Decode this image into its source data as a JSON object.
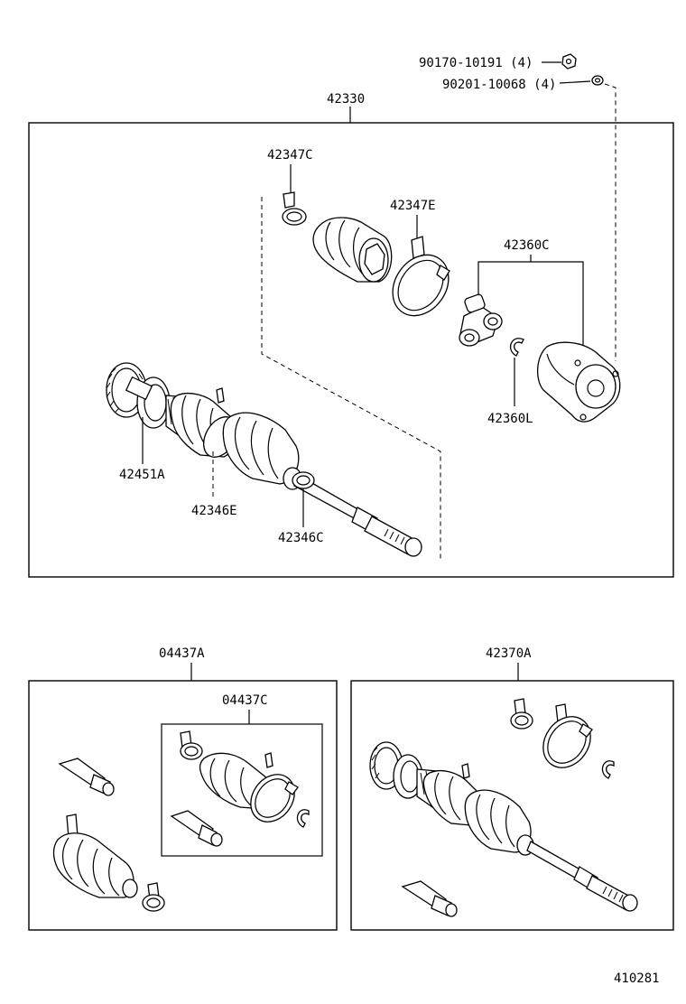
{
  "hardware": {
    "nut": "90170-10191 (4)",
    "washer": "90201-10068 (4)"
  },
  "assembly_main": {
    "title": "42330",
    "labels": {
      "inner_boot_clamp": "42347C",
      "inner_boot_band": "42347E",
      "tripod_joint": "42360C",
      "snap_ring": "42360L",
      "abs_rotor": "42451A",
      "outer_boot_band": "42346E",
      "outer_boot_clamp": "42346C"
    }
  },
  "kit_boot": {
    "title": "04437A",
    "sub_title": "04437C"
  },
  "kit_shaft": {
    "title": "42370A"
  },
  "figure_id": "410281",
  "colors": {
    "ink": "#000000",
    "paper": "#ffffff"
  }
}
